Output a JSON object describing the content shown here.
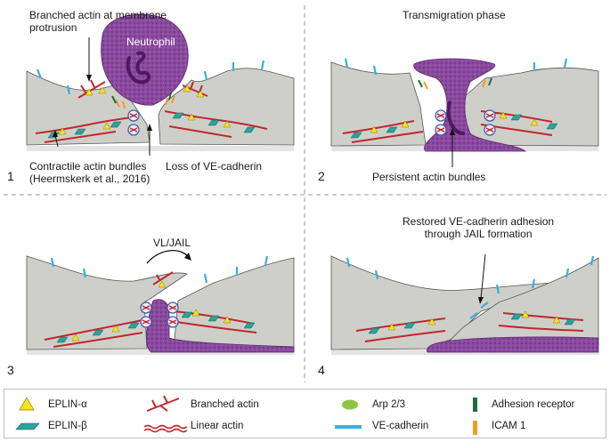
{
  "panels": [
    {
      "number": "1",
      "title": "",
      "labels": {
        "branched": "Branched actin at membrane\nprotrusion",
        "cell": "Neutrophil",
        "contractile": "Contractile actin bundles\n(Heermskerk et al., 2016)",
        "loss": "Loss of VE-cadherin"
      }
    },
    {
      "number": "2",
      "title": "Transmigration phase",
      "labels": {
        "persistent": "Persistent actin bundles"
      }
    },
    {
      "number": "3",
      "title": "",
      "labels": {
        "vljail": "VL/JAIL"
      }
    },
    {
      "number": "4",
      "title": "",
      "labels": {
        "restored": "Restored VE-cadherin adhesion\nthrough JAIL formation"
      }
    }
  ],
  "legend": [
    {
      "icon": "eplin-alpha-triangle-icon",
      "label": "EPLIN-α",
      "color": "#f2e51c"
    },
    {
      "icon": "eplin-beta-parallelogram-icon",
      "label": "EPLIN-β",
      "color": "#2aa39a"
    },
    {
      "icon": "branched-actin-icon",
      "label": "Branched actin",
      "color": "#c0282c"
    },
    {
      "icon": "linear-actin-icon",
      "label": "Linear actin",
      "color": "#c0282c"
    },
    {
      "icon": "arp23-ellipse-icon",
      "label": "Arp 2/3",
      "color": "#8cc63f"
    },
    {
      "icon": "ve-cadherin-bar-icon",
      "label": "VE-cadherin",
      "color": "#3aaee0"
    },
    {
      "icon": "adhesion-receptor-bar-icon",
      "label": "Adhesion receptor",
      "color": "#1f6b3a"
    },
    {
      "icon": "icam1-bar-icon",
      "label": "ICAM 1",
      "color": "#f39a2c"
    }
  ],
  "colors": {
    "cell": "#d0d0cb",
    "neutrophil": "#8a4a9e",
    "neutrophil_dark": "#6a2e80",
    "actin": "#c0282c"
  }
}
